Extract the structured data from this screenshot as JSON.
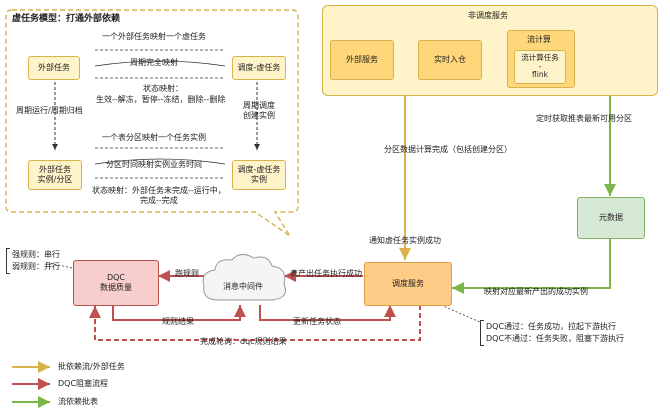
{
  "model_panel": {
    "title": "虚任务模型：打通外部依赖",
    "box_external_task": "外部任务",
    "box_virtual_task_top": "调度-虚任务",
    "box_external_instance": "外部任务\n实例/分区",
    "box_virtual_instance": "调度-虚任务\n实例",
    "text_map_one": "一个外部任务映射一个虚任务",
    "text_period_map": "周期完全映射",
    "text_status_map_title": "状态映射：",
    "text_status_map_body": "生效--解冻，暂停--冻结，删除--删除",
    "text_cycle_left": "周期运行/周期归档",
    "text_cycle_right": "周期调度\n创建实例",
    "text_partition_map": "一个表分区映射一个任务实例",
    "text_partition_time": "分区时间映射实例业务时间",
    "text_state_map2": "状态映射：外部任务未完成--运行中，\n完成--完成"
  },
  "non_sched": {
    "title": "非调度服务",
    "box_external": "外部服务",
    "box_realtime": "实时入仓",
    "box_stream_title": "流计算",
    "box_stream_task": "流计算任务\n-\nflink"
  },
  "metadata_box": "元数据",
  "scheduler_box": "调度服务",
  "mq_cloud": "消息中间件",
  "dqc_box": "DQC\n数据质量",
  "rule_note": "强规则：串行\n弱规则：并行",
  "dqc_note": "DQC通过：任务成功，拉起下游执行\nDQC不通过：任务失败，阻塞下游执行",
  "edges": {
    "partition_done": "分区数据计算完成（包括创建分区）",
    "notify_virtual": "通知虚任务实例成功",
    "fetch_partition": "定时获取推表最新可用分区",
    "map_instance": "映射对应最新产出的成功实例",
    "table_output": "表产出任务执行成功",
    "run_rule": "跑规则",
    "rule_result": "规则结果",
    "update_status": "更新任务状态",
    "poll": "完成轮询：dqc规则结果"
  },
  "legend": [
    {
      "label": "批依赖流/外部任务",
      "color": "#d9b24c"
    },
    {
      "label": "DQC阻塞流程",
      "color": "#c0504d"
    },
    {
      "label": "流依赖批表",
      "color": "#7ab648"
    }
  ]
}
